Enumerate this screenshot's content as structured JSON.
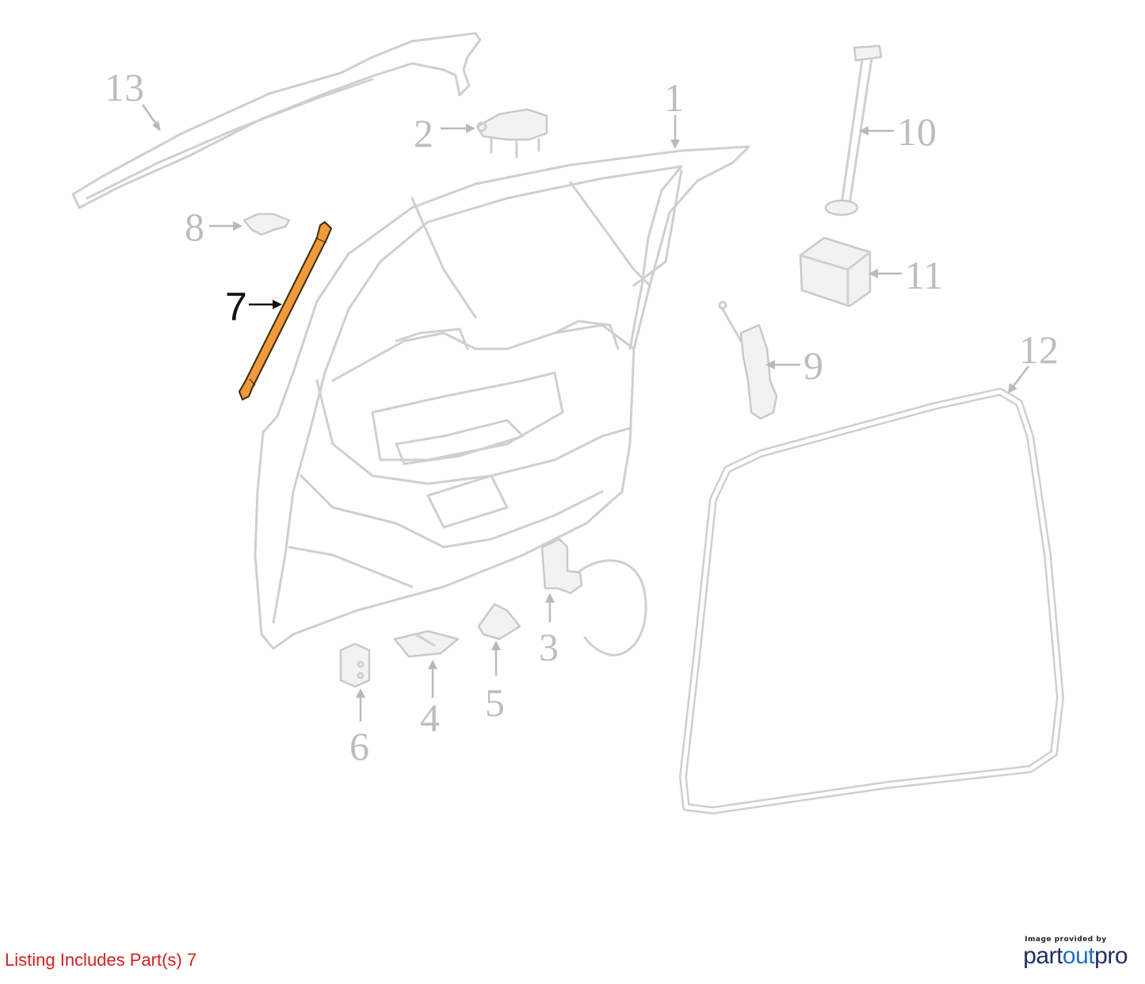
{
  "callouts": {
    "c1": "1",
    "c2": "2",
    "c3": "3",
    "c4": "4",
    "c5": "5",
    "c6": "6",
    "c7": "7",
    "c8": "8",
    "c9": "9",
    "c10": "10",
    "c11": "11",
    "c12": "12",
    "c13": "13"
  },
  "highlighted_part": "7",
  "listing_note": "Listing Includes Part(s) 7",
  "brand": {
    "caption": "Image provided by",
    "name_part": "part",
    "name_out": "out",
    "name_pro": "pro"
  },
  "colors": {
    "highlight": "#f29a3a",
    "note_text": "#d42020",
    "brand_dark": "#1f2f5e",
    "brand_light": "#1f6fbf"
  }
}
